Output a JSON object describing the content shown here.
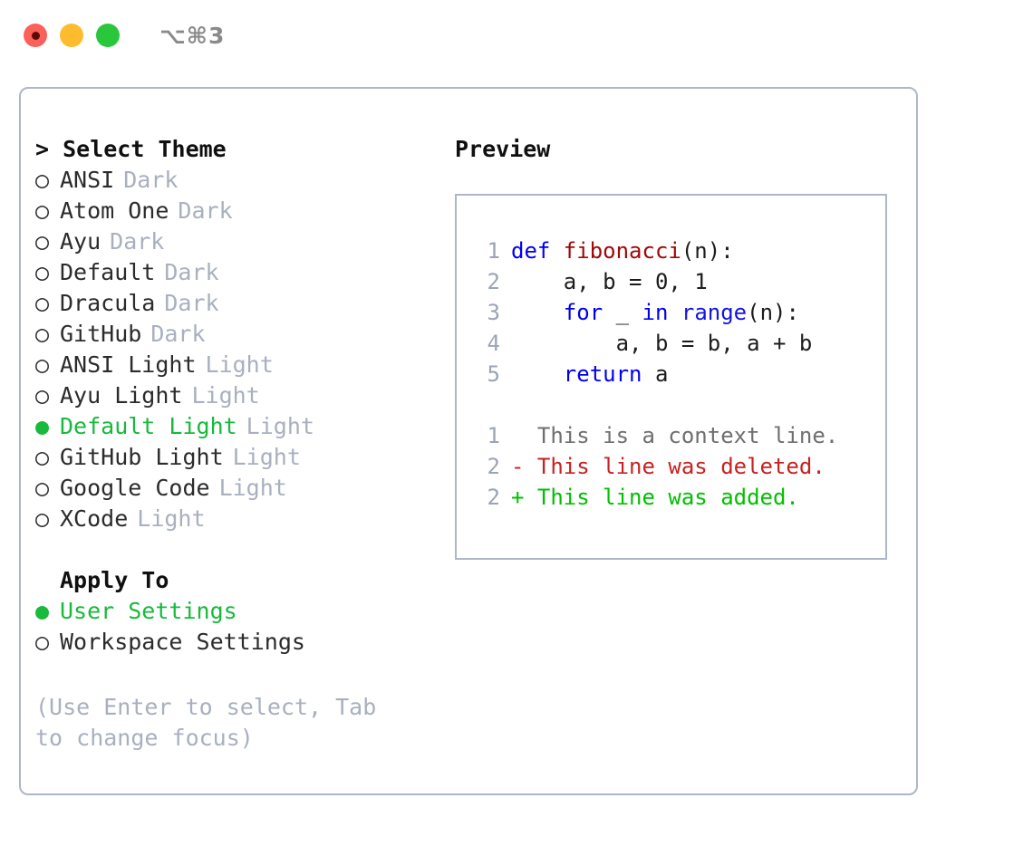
{
  "titlebar": {
    "shortcut": "⌥⌘3",
    "lights": [
      {
        "name": "close",
        "color": "#fb6059"
      },
      {
        "name": "minimize",
        "color": "#fdbc2e"
      },
      {
        "name": "maximize",
        "color": "#2ac63c"
      }
    ]
  },
  "theme_picker": {
    "heading": "> Select Theme",
    "marker_selected": "●",
    "marker_unselected": "○",
    "options": [
      {
        "label": "ANSI",
        "badge": "Dark",
        "selected": false
      },
      {
        "label": "Atom One",
        "badge": "Dark",
        "selected": false
      },
      {
        "label": "Ayu",
        "badge": "Dark",
        "selected": false
      },
      {
        "label": "Default",
        "badge": "Dark",
        "selected": false
      },
      {
        "label": "Dracula",
        "badge": "Dark",
        "selected": false
      },
      {
        "label": "GitHub",
        "badge": "Dark",
        "selected": false
      },
      {
        "label": "ANSI Light",
        "badge": "Light",
        "selected": false
      },
      {
        "label": "Ayu Light",
        "badge": "Light",
        "selected": false
      },
      {
        "label": "Default Light",
        "badge": "Light",
        "selected": true
      },
      {
        "label": "GitHub Light",
        "badge": "Light",
        "selected": false
      },
      {
        "label": "Google Code",
        "badge": "Light",
        "selected": false
      },
      {
        "label": "XCode",
        "badge": "Light",
        "selected": false
      }
    ]
  },
  "apply_to": {
    "heading": "Apply To",
    "options": [
      {
        "label": "User Settings",
        "selected": true
      },
      {
        "label": "Workspace Settings",
        "selected": false
      }
    ]
  },
  "hint": "(Use Enter to select, Tab to change focus)",
  "preview": {
    "heading": "Preview",
    "code_lines": [
      {
        "number": "1",
        "tokens": [
          {
            "text": "def ",
            "kind": "kw"
          },
          {
            "text": "fibonacci",
            "kind": "fn"
          },
          {
            "text": "(n):",
            "kind": "plain"
          }
        ]
      },
      {
        "number": "2",
        "tokens": [
          {
            "text": "    a, b = 0, 1",
            "kind": "plain"
          }
        ]
      },
      {
        "number": "3",
        "tokens": [
          {
            "text": "    ",
            "kind": "plain"
          },
          {
            "text": "for",
            "kind": "kw"
          },
          {
            "text": " _ ",
            "kind": "plain"
          },
          {
            "text": "in",
            "kind": "kw"
          },
          {
            "text": " ",
            "kind": "plain"
          },
          {
            "text": "range",
            "kind": "call"
          },
          {
            "text": "(n):",
            "kind": "plain"
          }
        ]
      },
      {
        "number": "4",
        "tokens": [
          {
            "text": "        a, b = b, a + b",
            "kind": "plain"
          }
        ]
      },
      {
        "number": "5",
        "tokens": [
          {
            "text": "    ",
            "kind": "plain"
          },
          {
            "text": "return",
            "kind": "kw"
          },
          {
            "text": " a",
            "kind": "plain"
          }
        ]
      }
    ],
    "diff_lines": [
      {
        "number": "1",
        "sign": "  ",
        "text": "This is a context line.",
        "kind": "ctx"
      },
      {
        "number": "2",
        "sign": "- ",
        "text": "This line was deleted.",
        "kind": "del"
      },
      {
        "number": "2",
        "sign": "+ ",
        "text": "This line was added.",
        "kind": "add"
      }
    ]
  },
  "colors": {
    "accent_green": "#18b93c",
    "muted": "#a8b0bf",
    "border": "#aeb7c6",
    "keyword": "#0000ee",
    "function": "#a00808",
    "diff_delete": "#c62222",
    "diff_add": "#00c000"
  }
}
